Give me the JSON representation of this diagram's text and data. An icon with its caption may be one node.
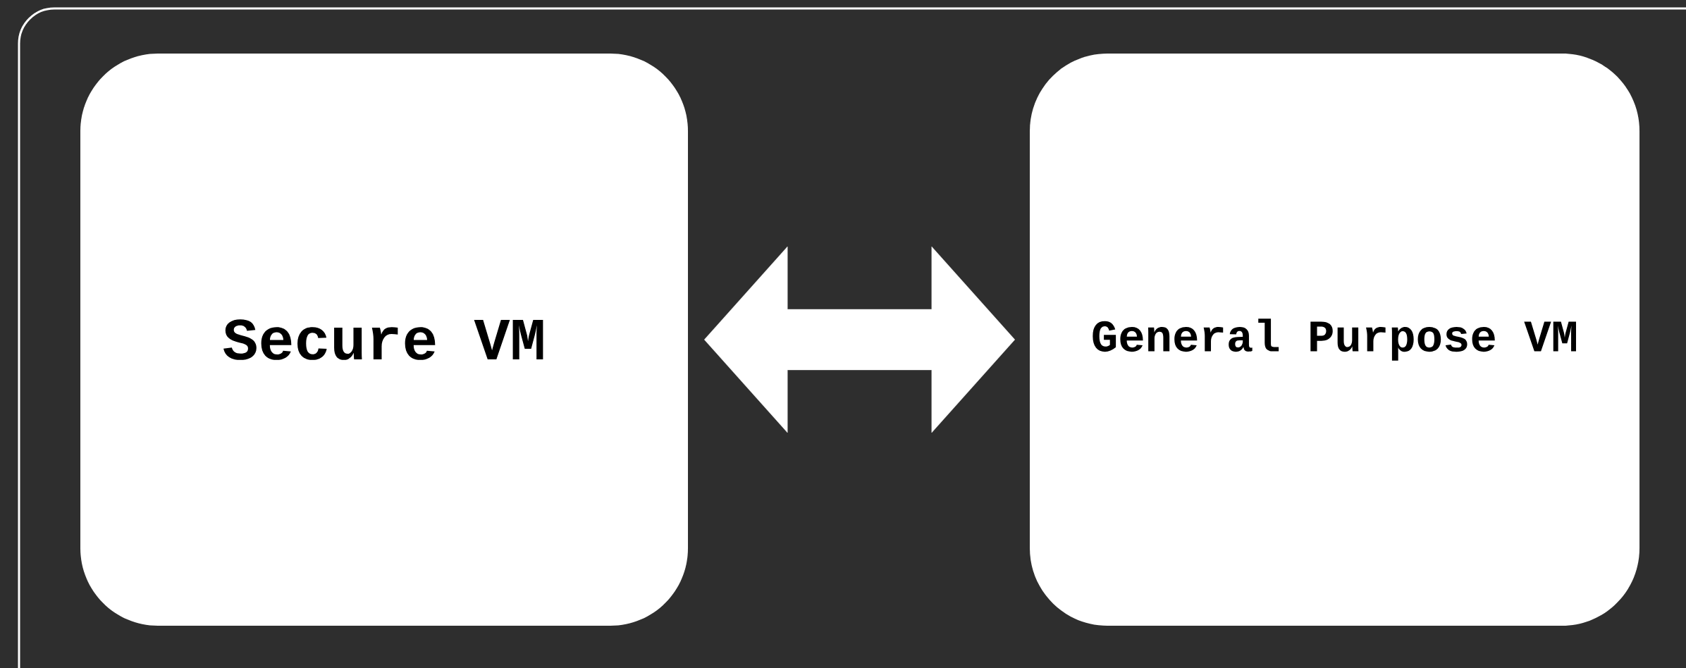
{
  "diagram": {
    "nodes": [
      {
        "text": [
          "Secure VM"
        ]
      },
      {
        "text": [
          "General Purpose VM"
        ]
      }
    ],
    "edges": [
      {
        "from": 0,
        "to": 1,
        "arrow": "both"
      }
    ]
  }
}
